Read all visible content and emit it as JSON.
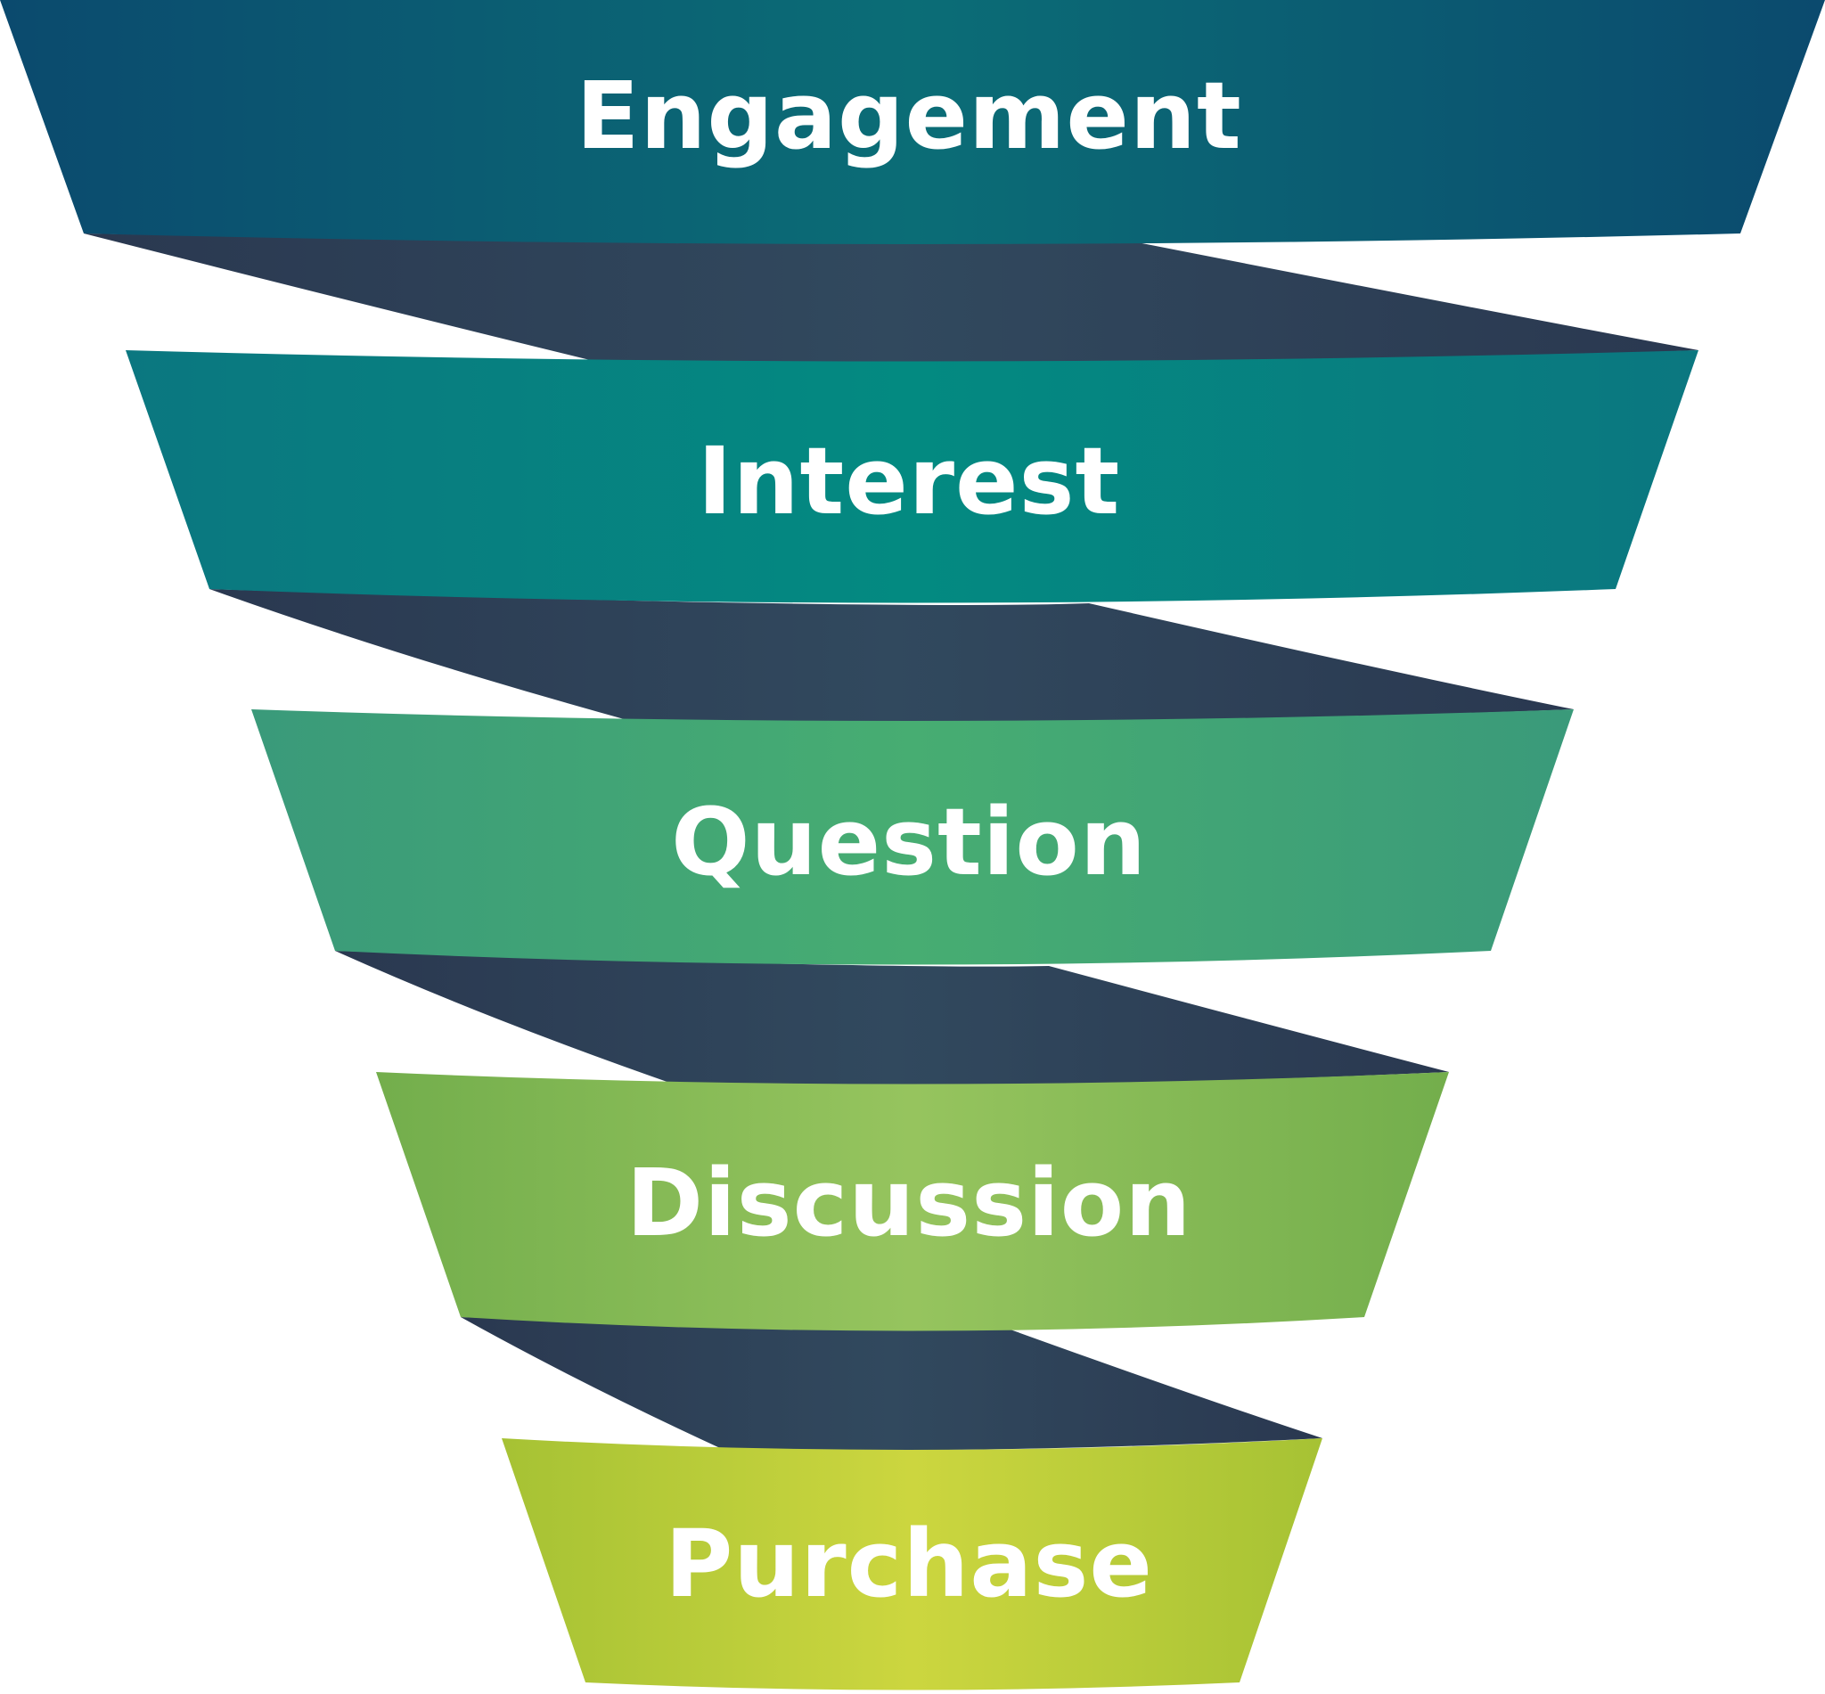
{
  "funnel": {
    "stages": [
      {
        "label": "Engagement",
        "colors": [
          "#0b4a6e",
          "#0b6d76",
          "#0b4a6e"
        ]
      },
      {
        "label": "Interest",
        "colors": [
          "#0b7780",
          "#038a81",
          "#0b7780"
        ]
      },
      {
        "label": "Question",
        "colors": [
          "#3a9a7a",
          "#47ad72",
          "#3a9a7a"
        ]
      },
      {
        "label": "Discussion",
        "colors": [
          "#73ae4c",
          "#96c45e",
          "#73ae4c"
        ]
      },
      {
        "label": "Purchase",
        "colors": [
          "#a6c234",
          "#ccd63f",
          "#a6c234"
        ]
      }
    ],
    "connector_colors": [
      "#2a3850",
      "#31495e",
      "#2a3850"
    ]
  }
}
